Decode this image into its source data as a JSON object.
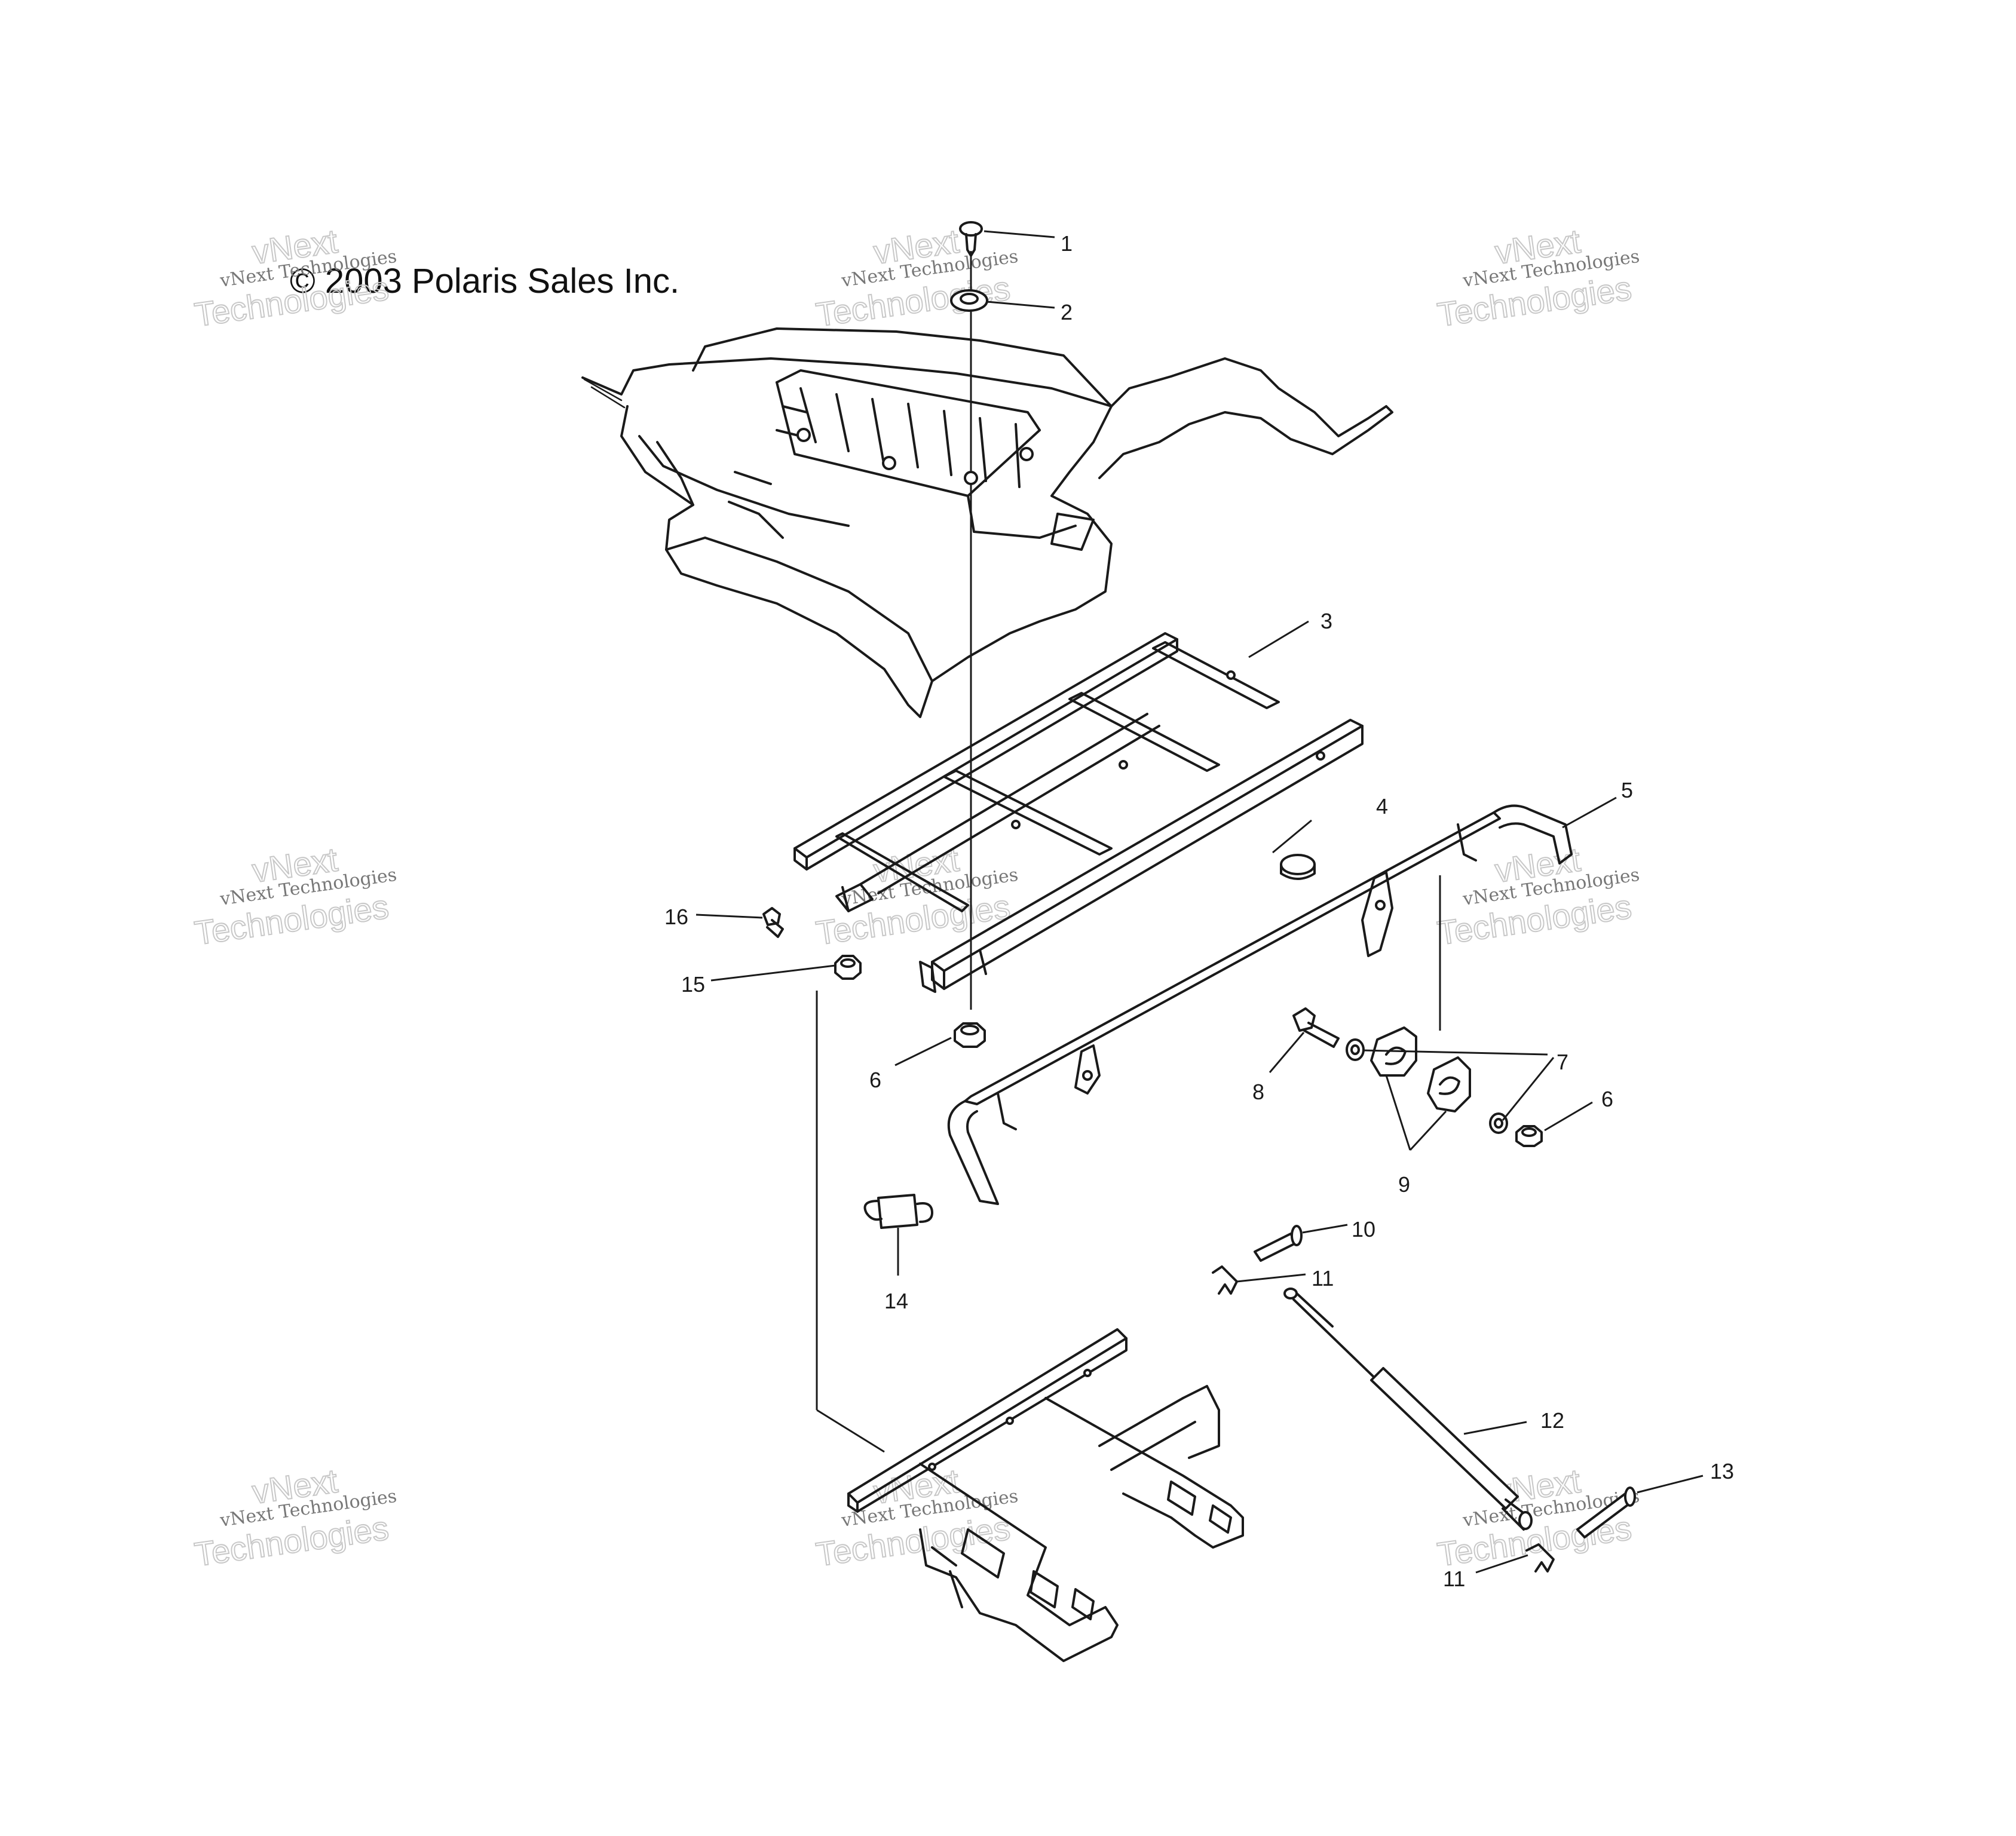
{
  "copyright": "© 2003 Polaris Sales Inc.",
  "watermark": {
    "line1": "vNext Technologies",
    "line2": "vNext",
    "line3": "Technologies"
  },
  "callouts": [
    {
      "label": "1"
    },
    {
      "label": "2"
    },
    {
      "label": "3"
    },
    {
      "label": "4"
    },
    {
      "label": "5"
    },
    {
      "label": "6"
    },
    {
      "label": "7"
    },
    {
      "label": "8"
    },
    {
      "label": "9"
    },
    {
      "label": "10"
    },
    {
      "label": "11"
    },
    {
      "label": "12"
    },
    {
      "label": "13"
    },
    {
      "label": "14"
    },
    {
      "label": "15"
    },
    {
      "label": "16"
    },
    {
      "label": "6"
    },
    {
      "label": "11"
    }
  ]
}
